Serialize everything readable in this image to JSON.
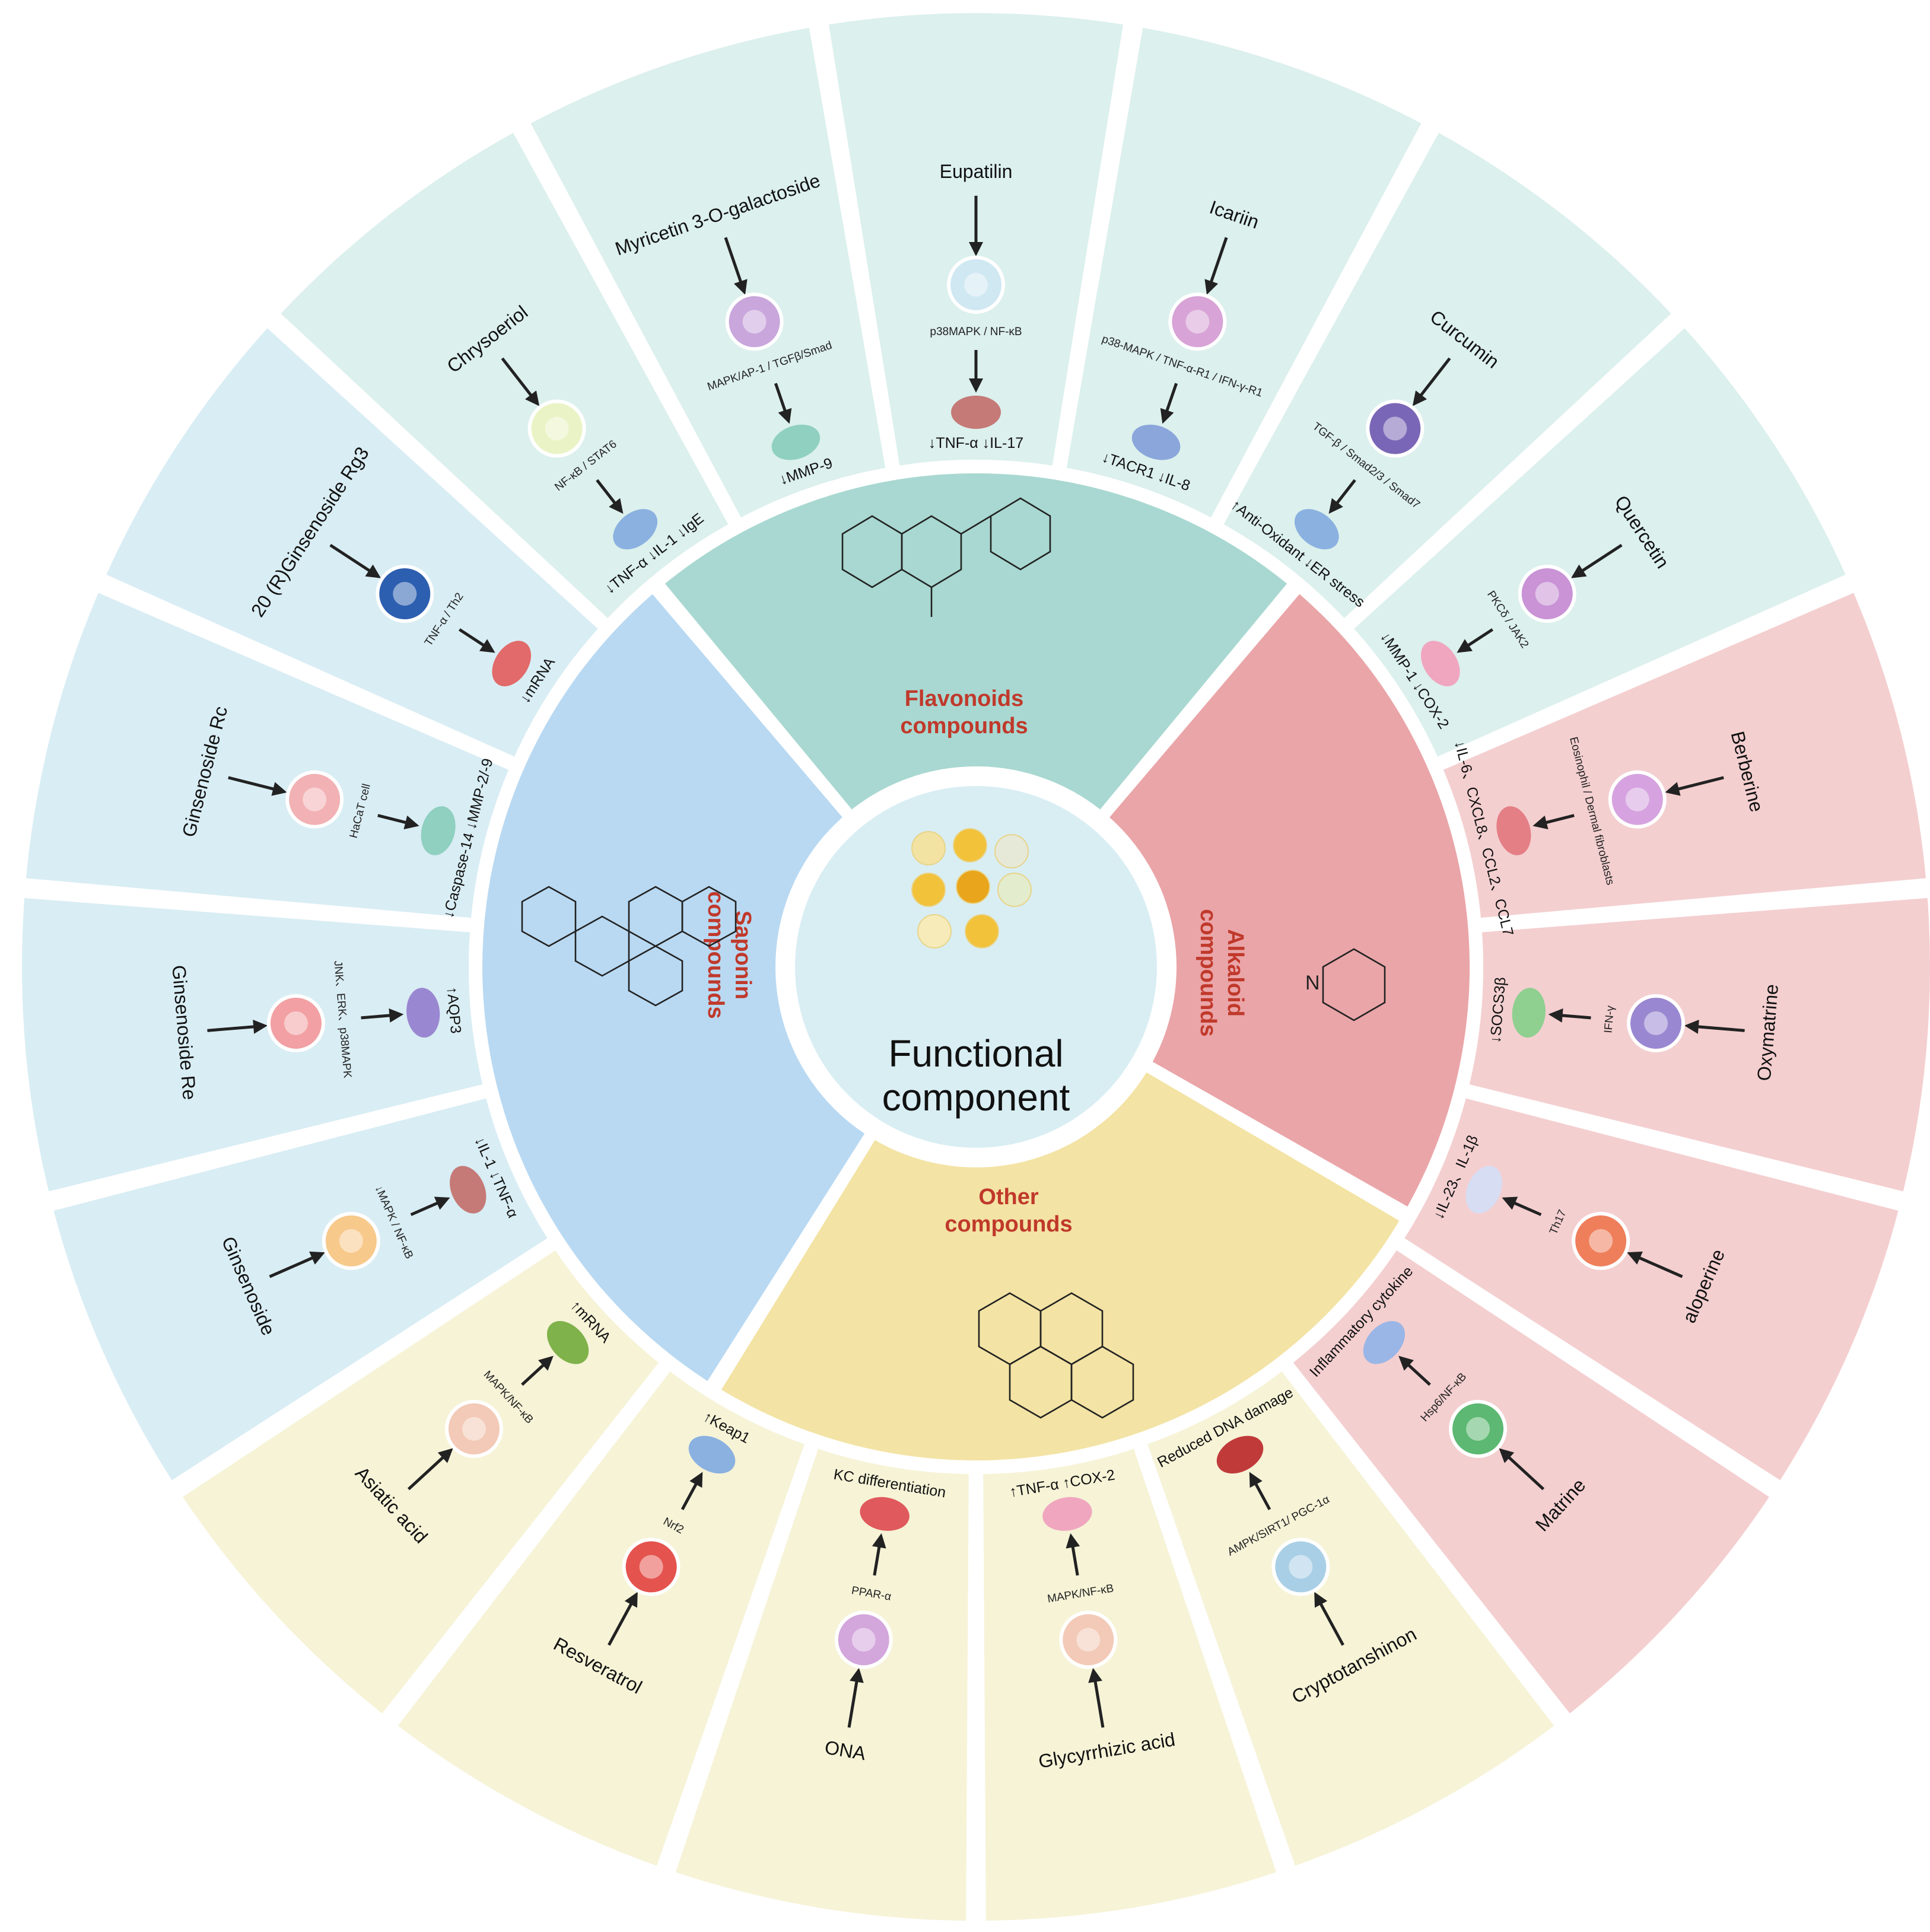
{
  "center": {
    "title_line1": "Functional",
    "title_line2": "component",
    "dot_colors": [
      "#f3e3a2",
      "#f2c23b",
      "#e6e8d8",
      "#f2c23b",
      "#e9a51b",
      "#e3eccc",
      "#f6ebb9",
      "#f2c23b"
    ]
  },
  "categories": [
    {
      "key": "flavonoids",
      "label_line1": "Flavonoids",
      "label_line2": "compounds",
      "color": "#a8d8d1",
      "outer_color": "#dcf0ed"
    },
    {
      "key": "alkaloid",
      "label_line1": "Alkaloid",
      "label_line2": "compounds",
      "color": "#eaa5a8",
      "outer_color": "#f4cfd0"
    },
    {
      "key": "other",
      "label_line1": "Other",
      "label_line2": "compounds",
      "color": "#f3e3a4",
      "outer_color": "#f6f3d7"
    },
    {
      "key": "saponin",
      "label_line1": "Saponin",
      "label_line2": "compounds",
      "color": "#b9d9f2",
      "outer_color": "#d9edf4"
    }
  ],
  "segments": [
    {
      "name": "Eupatilin",
      "category": "flavonoids",
      "pathway": "p38MAPK / NF-κB",
      "effects": [
        "↓TNF-α",
        "↓IL-17"
      ],
      "cell_color": "#cfe8f2",
      "mediator_color": "#c57a77"
    },
    {
      "name": "Icariin",
      "category": "flavonoids",
      "pathway": "p38-MAPK / TNF-α-R1 / IFN-γ-R1",
      "effects": [
        "↓TACR1",
        "↓IL-8"
      ],
      "cell_color": "#d8a3d6",
      "mediator_color": "#8aa6db"
    },
    {
      "name": "Curcumin",
      "category": "flavonoids",
      "pathway": "TGF-β / Smad2/3 / Smad7",
      "effects": [
        "↑Anti-Oxidant",
        "↓ER stress"
      ],
      "cell_color": "#7a66b6",
      "mediator_color": "#8ab1e0"
    },
    {
      "name": "Quercetin",
      "category": "flavonoids",
      "pathway": "PKCδ / JAK2",
      "effects": [
        "↓MMP-1",
        "↓COX-2"
      ],
      "cell_color": "#c993d6",
      "mediator_color": "#f0a6bf"
    },
    {
      "name": "Berberine",
      "category": "alkaloid",
      "pathway": "Eosinophil / Dermal fibroblasts",
      "effects": [
        "↓IL-6、CXCL8、CCL2、CCL7"
      ],
      "cell_color": "#d6a3e0",
      "mediator_color": "#e47f85"
    },
    {
      "name": "Oxymatrine",
      "category": "alkaloid",
      "pathway": "IFN-γ",
      "effects": [
        "↓SOCS3β"
      ],
      "cell_color": "#9a87d1",
      "mediator_color": "#8fcf90"
    },
    {
      "name": "aloperine",
      "category": "alkaloid",
      "pathway": "Th17",
      "effects": [
        "↓IL-23、IL-1β"
      ],
      "cell_color": "#ef7f5b",
      "mediator_color": "#d7ddf2"
    },
    {
      "name": "Matrine",
      "category": "alkaloid",
      "pathway": "Hsp6/NF-κB",
      "effects": [
        "Inflammatory cytokine"
      ],
      "cell_color": "#5cb872",
      "mediator_color": "#9ab6e6"
    },
    {
      "name": "Cryptotanshinon",
      "category": "other",
      "pathway": "AMPK/SIRT1/ PGC-1α",
      "effects": [
        "Reduced DNA damage"
      ],
      "cell_color": "#a9cfe6",
      "mediator_color": "#c03a3a"
    },
    {
      "name": "Glycyrrhizic acid",
      "category": "other",
      "pathway": "MAPK/NF-κB",
      "effects": [
        "↑TNF-α",
        "↑COX-2"
      ],
      "cell_color": "#f3c9b7",
      "mediator_color": "#f0a6bf"
    },
    {
      "name": "ONA",
      "category": "other",
      "pathway": "PPAR-α",
      "effects": [
        "KC differentiation"
      ],
      "cell_color": "#d3a6dc",
      "mediator_color": "#e0595c"
    },
    {
      "name": "Resveratrol",
      "category": "other",
      "pathway": "Nrf2",
      "effects": [
        "↑Keap1"
      ],
      "cell_color": "#e5534e",
      "mediator_color": "#8ab1e0"
    },
    {
      "name": "Asiatic acid",
      "category": "other",
      "pathway": "MAPK/NF-κB",
      "effects": [
        "↑mRNA"
      ],
      "cell_color": "#f3c9b7",
      "mediator_color": "#7fb24a"
    },
    {
      "name": "Ginsenoside",
      "category": "saponin",
      "pathway": "↓MAPK / NF-κB",
      "effects": [
        "↓IL-1",
        "↓TNF-α"
      ],
      "cell_color": "#f7c98b",
      "mediator_color": "#c57a77"
    },
    {
      "name": "Ginsenoside Re",
      "category": "saponin",
      "pathway": "JNK、ERK、p38MAPK",
      "effects": [
        "↑AQP3"
      ],
      "cell_color": "#f2a0a3",
      "mediator_color": "#9a87d1"
    },
    {
      "name": "Ginsenoside Rc",
      "category": "saponin",
      "pathway": "HaCaT cell",
      "effects": [
        "↓Caspase-14",
        "↓MMP-2/-9"
      ],
      "cell_color": "#f2b1b4",
      "mediator_color": "#8fd0c0"
    },
    {
      "name": "20 (R)Ginsenoside Rg3",
      "category": "saponin",
      "pathway": "TNF-α / Th2",
      "effects": [
        "↓mRNA"
      ],
      "cell_color": "#2c5fb0",
      "mediator_color": "#e26a6a"
    },
    {
      "name": "Chrysoeriol",
      "category": "flavonoids",
      "pathway": "NF-κB / STAT6",
      "effects": [
        "↓TNF-α",
        "↓IL-1",
        "↓IgE"
      ],
      "cell_color": "#eaf3c5",
      "mediator_color": "#8ab1e0"
    },
    {
      "name": "Myricetin 3-O-galactoside",
      "category": "flavonoids",
      "pathway": "MAPK/AP-1 / TGFβ/Smad",
      "effects": [
        "↓MMP-9"
      ],
      "cell_color": "#c9a6dc",
      "mediator_color": "#8fd0c0"
    }
  ]
}
